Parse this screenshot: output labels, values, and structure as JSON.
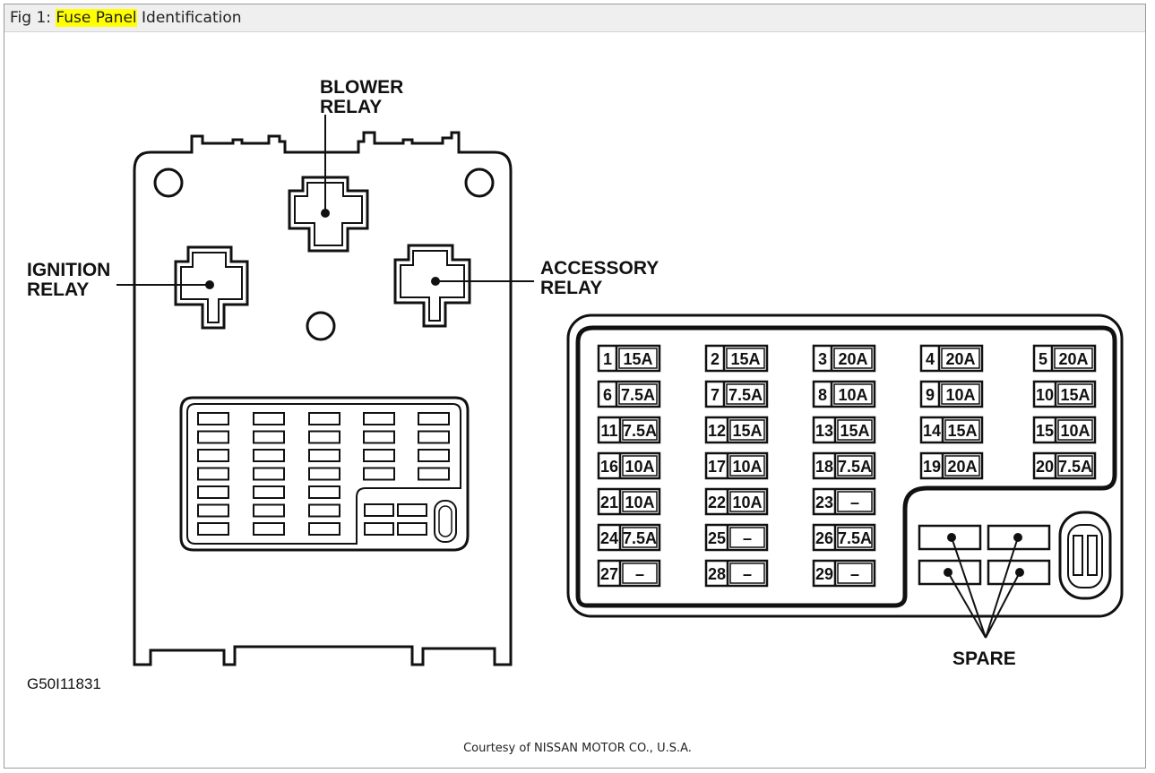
{
  "caption": {
    "prefix": "Fig 1: ",
    "highlight": "Fuse Panel",
    "suffix": " Identification"
  },
  "labels": {
    "blower_relay": [
      "BLOWER",
      "RELAY"
    ],
    "ignition_relay": [
      "IGNITION",
      "RELAY"
    ],
    "accessory_relay": [
      "ACCESSORY",
      "RELAY"
    ],
    "spare": "SPARE"
  },
  "figure_code": "G50I11831",
  "credit": "Courtesy of NISSAN MOTOR CO., U.S.A.",
  "fuses": [
    {
      "num": "1",
      "rating": "15A"
    },
    {
      "num": "2",
      "rating": "15A"
    },
    {
      "num": "3",
      "rating": "20A"
    },
    {
      "num": "4",
      "rating": "20A"
    },
    {
      "num": "5",
      "rating": "20A"
    },
    {
      "num": "6",
      "rating": "7.5A"
    },
    {
      "num": "7",
      "rating": "7.5A"
    },
    {
      "num": "8",
      "rating": "10A"
    },
    {
      "num": "9",
      "rating": "10A"
    },
    {
      "num": "10",
      "rating": "15A"
    },
    {
      "num": "11",
      "rating": "7.5A"
    },
    {
      "num": "12",
      "rating": "15A"
    },
    {
      "num": "13",
      "rating": "15A"
    },
    {
      "num": "14",
      "rating": "15A"
    },
    {
      "num": "15",
      "rating": "10A"
    },
    {
      "num": "16",
      "rating": "10A"
    },
    {
      "num": "17",
      "rating": "10A"
    },
    {
      "num": "18",
      "rating": "7.5A"
    },
    {
      "num": "19",
      "rating": "20A"
    },
    {
      "num": "20",
      "rating": "7.5A"
    },
    {
      "num": "21",
      "rating": "10A"
    },
    {
      "num": "22",
      "rating": "10A"
    },
    {
      "num": "23",
      "rating": "–"
    },
    {
      "num": "24",
      "rating": "7.5A"
    },
    {
      "num": "25",
      "rating": "–"
    },
    {
      "num": "26",
      "rating": "7.5A"
    },
    {
      "num": "27",
      "rating": "–"
    },
    {
      "num": "28",
      "rating": "–"
    },
    {
      "num": "29",
      "rating": "–"
    }
  ]
}
